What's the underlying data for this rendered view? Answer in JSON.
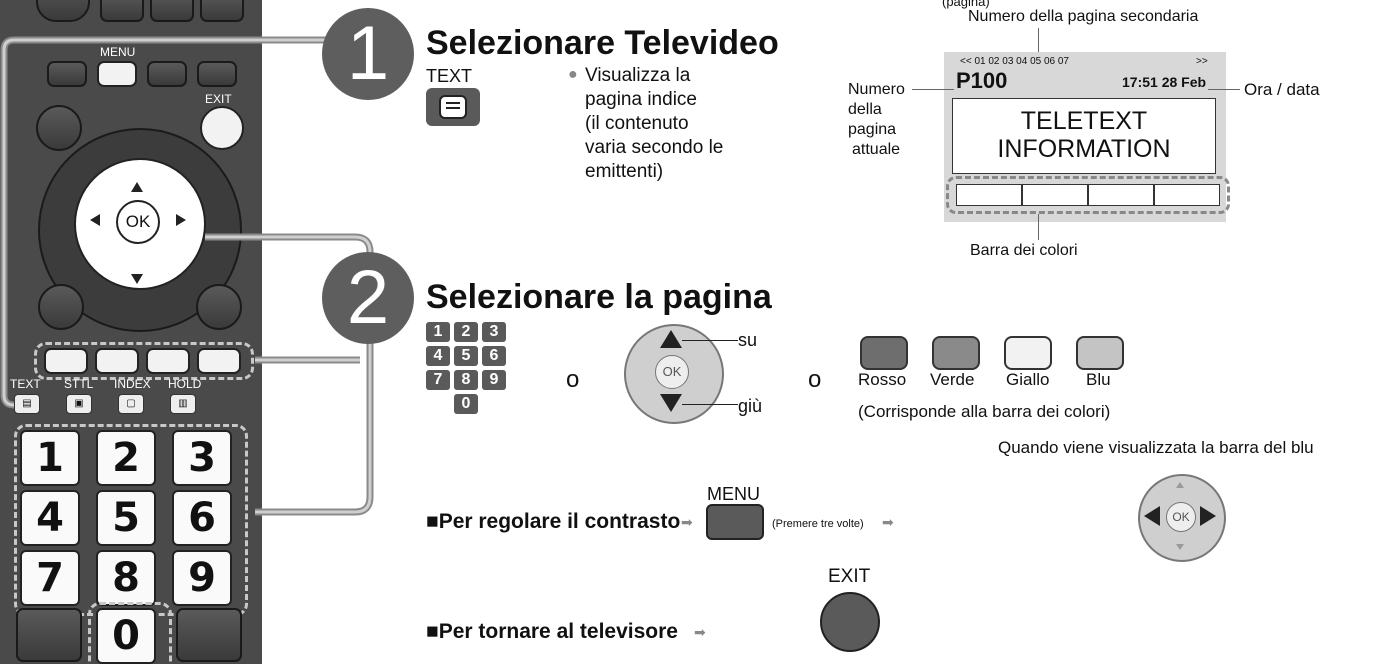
{
  "remote": {
    "menu_label": "MENU",
    "exit_label": "EXIT",
    "ok_label": "OK",
    "text_label": "TEXT",
    "sttl_label": "STTL",
    "index_label": "INDEX",
    "hold_label": "HOLD",
    "numbers": [
      "1",
      "2",
      "3",
      "4",
      "5",
      "6",
      "7",
      "8",
      "9",
      "0"
    ]
  },
  "step1": {
    "number": "1",
    "title": "Selezionare Televideo",
    "text_key": "TEXT",
    "bullet": "●",
    "desc_lines": [
      "Visualizza la",
      "pagina indice",
      "(il contenuto",
      "varia secondo le",
      "emittenti)"
    ]
  },
  "teletext": {
    "sub_page_caption": "Numero della pagina secondaria",
    "sub_pages": "<< 01 02 03 04 05 06 07",
    "sub_pages_end": ">>",
    "page_no": "P100",
    "time_date": "17:51 28 Feb",
    "screen_line1": "TELETEXT",
    "screen_line2": "INFORMATION",
    "current_page_caption": [
      "Numero",
      "della",
      "pagina",
      "attuale"
    ],
    "time_caption": "Ora / data",
    "color_bar_caption": "Barra dei colori"
  },
  "step2": {
    "number": "2",
    "title": "Selezionare la pagina",
    "keypad": [
      "1",
      "2",
      "3",
      "4",
      "5",
      "6",
      "7",
      "8",
      "9",
      "0"
    ],
    "or1": "o",
    "or2": "o",
    "up_label": "su",
    "down_label": "giù",
    "ok_label": "OK",
    "colors": [
      {
        "name": "Rosso",
        "fill": "#6e6e6e"
      },
      {
        "name": "Verde",
        "fill": "#8a8a8a"
      },
      {
        "name": "Giallo",
        "fill": "#f2f2f2"
      },
      {
        "name": "Blu",
        "fill": "#c4c4c4"
      }
    ],
    "colors_note": "(Corrisponde alla barra dei colori)"
  },
  "contrast": {
    "bullet": "■",
    "label": "Per regolare il contrasto",
    "menu_key": "MENU",
    "press_note": "(Premere tre volte)",
    "blue_bar_caption": "Quando viene visualizzata la barra del blu",
    "ok_label": "OK"
  },
  "return_tv": {
    "bullet": "■",
    "label": "Per tornare al televisore",
    "exit_key": "EXIT"
  },
  "top_fragment": "(pagina)"
}
